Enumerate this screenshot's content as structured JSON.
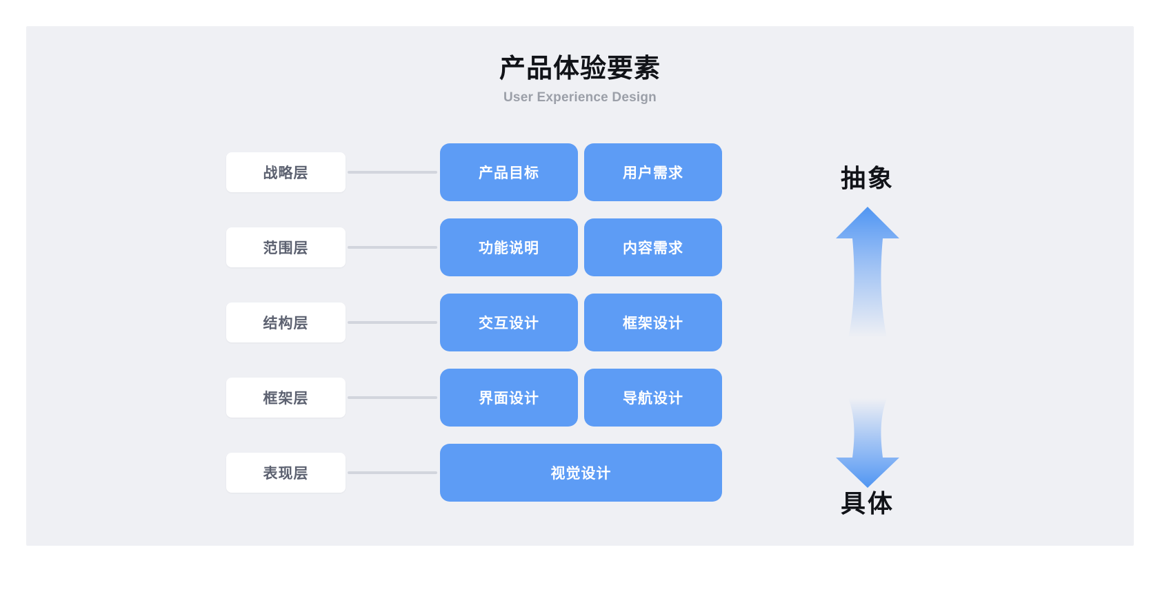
{
  "header": {
    "title": "产品体验要素",
    "subtitle": "User Experience Design"
  },
  "colors": {
    "page_background": "#ffffff",
    "panel_background": "#eff0f4",
    "card_blue": "#5d9cf5",
    "chip_white": "#ffffff",
    "chip_text": "#5c6170",
    "connector": "#d2d5dd",
    "title_text": "#111318",
    "subtitle_text": "#9b9fa8"
  },
  "axis": {
    "top_label": "抽象",
    "bottom_label": "具体",
    "up_arrow_icon": "arrow-up-icon",
    "down_arrow_icon": "arrow-down-icon"
  },
  "diagram": {
    "rows": [
      {
        "layer": "战略层",
        "cards": [
          {
            "label": "产品目标",
            "width": "half"
          },
          {
            "label": "用户需求",
            "width": "half"
          }
        ]
      },
      {
        "layer": "范围层",
        "cards": [
          {
            "label": "功能说明",
            "width": "half"
          },
          {
            "label": "内容需求",
            "width": "half"
          }
        ]
      },
      {
        "layer": "结构层",
        "cards": [
          {
            "label": "交互设计",
            "width": "half"
          },
          {
            "label": "框架设计",
            "width": "half"
          }
        ]
      },
      {
        "layer": "框架层",
        "cards": [
          {
            "label": "界面设计",
            "width": "half"
          },
          {
            "label": "导航设计",
            "width": "half"
          }
        ]
      },
      {
        "layer": "表现层",
        "cards": [
          {
            "label": "视觉设计",
            "width": "full"
          }
        ]
      }
    ]
  }
}
